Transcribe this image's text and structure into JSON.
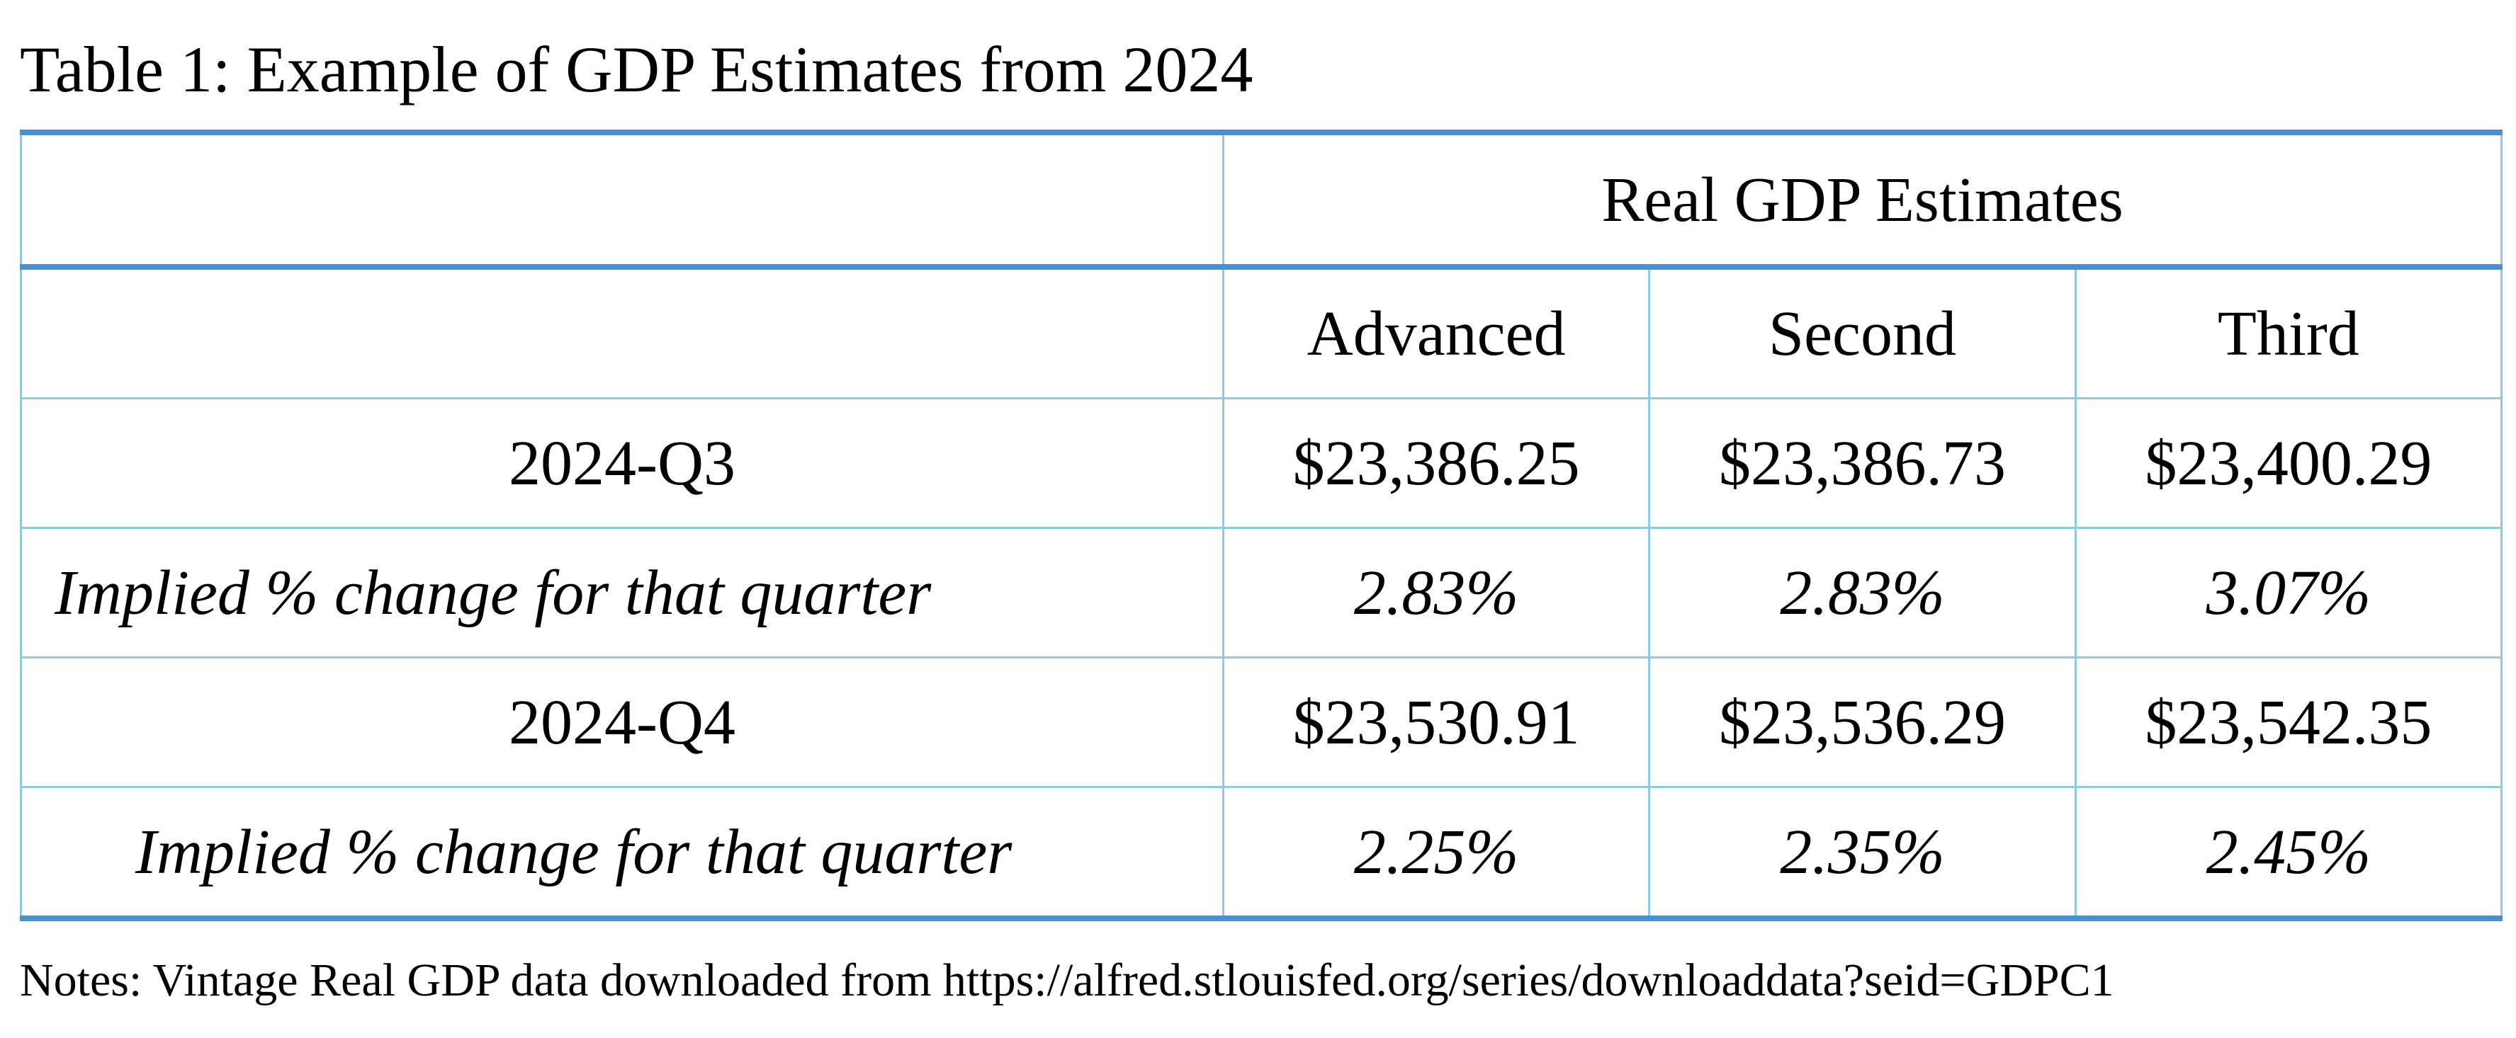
{
  "title": "Table 1: Example of GDP Estimates from 2024",
  "table": {
    "group_header": "Real GDP Estimates",
    "column_headers": [
      "Advanced",
      "Second",
      "Third"
    ],
    "rows": [
      {
        "label": "2024-Q3",
        "values": [
          "$23,386.25",
          "$23,386.73",
          "$23,400.29"
        ]
      },
      {
        "label": "Implied % change for that quarter",
        "values": [
          "2.83%",
          "2.83%",
          "3.07%"
        ]
      },
      {
        "label": "2024-Q4",
        "values": [
          "$23,530.91",
          "$23,536.29",
          "$23,542.35"
        ]
      },
      {
        "label": "Implied % change for that quarter",
        "values": [
          "2.25%",
          "2.35%",
          "2.45%"
        ]
      }
    ]
  },
  "notes": "Notes: Vintage Real GDP data downloaded from https://alfred.stlouisfed.org/series/downloaddata?seid=GDPC1",
  "colors": {
    "border_accent": "#4a90d0",
    "grid_line": "#8ecae6"
  }
}
